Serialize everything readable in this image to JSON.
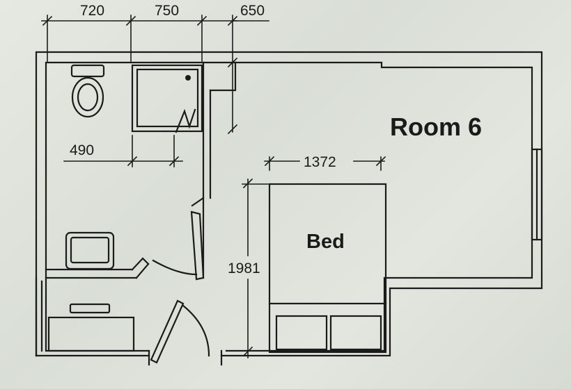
{
  "plan": {
    "room_label": "Room 6",
    "bed_label": "Bed",
    "dimensions": {
      "top_left": "720",
      "top_middle": "750",
      "top_right": "650",
      "shower_offset": "490",
      "bed_width": "1372",
      "bed_length": "1981"
    }
  }
}
